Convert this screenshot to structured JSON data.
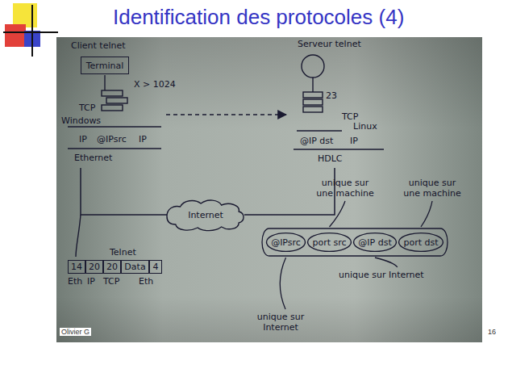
{
  "diagram": {
    "title": "Identification des protocoles (4)",
    "nodes": [
      {
        "text": [
          "Client telnet"
        ]
      },
      {
        "text": [
          "Terminal"
        ],
        "in": 0
      },
      {
        "text": [
          "Serveur telnet"
        ]
      },
      {
        "text": [
          "Internet"
        ]
      },
      {
        "text": [
          "14"
        ]
      },
      {
        "text": [
          "20"
        ]
      },
      {
        "text": [
          "20"
        ]
      },
      {
        "text": [
          "Data"
        ]
      },
      {
        "text": [
          "4"
        ]
      },
      {
        "text": [
          "@IPsrc"
        ]
      },
      {
        "text": [
          "port src"
        ]
      },
      {
        "text": [
          "@IP dst"
        ]
      },
      {
        "text": [
          "port dst"
        ]
      }
    ],
    "edges": [
      {
        "from": 0,
        "to": 3,
        "arrow": "none"
      },
      {
        "from": 3,
        "to": 2,
        "arrow": "none"
      },
      {
        "from": 0,
        "to": 2,
        "arrow": "to"
      }
    ],
    "labels": [
      "X > 1024",
      "TCP",
      "Windows",
      "IP",
      "@IPsrc",
      "IP",
      "Ethernet",
      "23",
      "TCP",
      "Linux",
      "@IP dst",
      "IP",
      "HDLC",
      "Telnet",
      "Eth",
      "IP",
      "TCP",
      "Eth",
      "unique sur une machine",
      "unique sur une machine",
      "unique sur Internet",
      "unique sur Internet",
      "Olivier G",
      "16"
    ]
  }
}
